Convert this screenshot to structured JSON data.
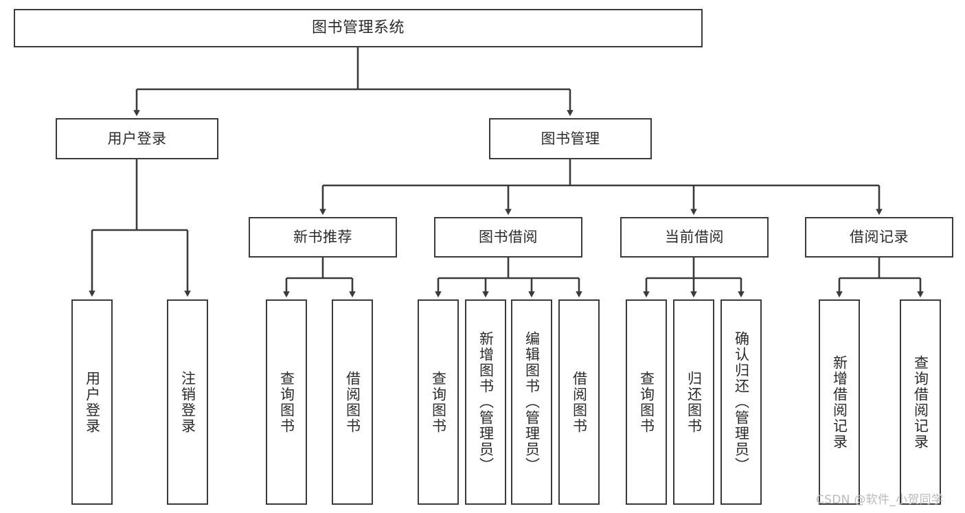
{
  "diagram": {
    "title": "图书管理系统",
    "type": "hierarchy-tree",
    "watermark": "CSDN @软件_小贺同学",
    "colors": {
      "stroke": "#3a3a3a",
      "fill": "#ffffff",
      "text": "#2b2b2b",
      "watermark": "#b9b9b9"
    },
    "levels": {
      "level1": [
        "图书管理系统"
      ],
      "level2": [
        "用户登录",
        "图书管理"
      ],
      "level3": [
        "新书推荐",
        "图书借阅",
        "当前借阅",
        "借阅记录"
      ]
    },
    "nodes": {
      "root": {
        "label": "图书管理系统"
      },
      "user_login": {
        "label": "用户登录"
      },
      "book_manage": {
        "label": "图书管理"
      },
      "new_book_rec": {
        "label": "新书推荐"
      },
      "book_borrow": {
        "label": "图书借阅"
      },
      "current_borrow": {
        "label": "当前借阅"
      },
      "borrow_record": {
        "label": "借阅记录"
      },
      "leaf_user_login": {
        "label": "用户登录"
      },
      "leaf_logout": {
        "label": "注销登录"
      },
      "leaf_query_book_1": {
        "label": "查询图书"
      },
      "leaf_borrow_book_1": {
        "label": "借阅图书"
      },
      "leaf_query_book_2": {
        "label": "查询图书"
      },
      "leaf_add_book": {
        "label": "新增图书（管理员）"
      },
      "leaf_edit_book": {
        "label": "编辑图书（管理员）"
      },
      "leaf_borrow_book_2": {
        "label": "借阅图书"
      },
      "leaf_query_book_3": {
        "label": "查询图书"
      },
      "leaf_return_book": {
        "label": "归还图书"
      },
      "leaf_confirm_return": {
        "label": "确认归还（管理员）"
      },
      "leaf_add_record": {
        "label": "新增借阅记录"
      },
      "leaf_query_record": {
        "label": "查询借阅记录"
      }
    },
    "edges": [
      {
        "from": "图书管理系统",
        "to": "用户登录"
      },
      {
        "from": "图书管理系统",
        "to": "图书管理"
      },
      {
        "from": "用户登录",
        "to": "用户登录"
      },
      {
        "from": "用户登录",
        "to": "注销登录"
      },
      {
        "from": "图书管理",
        "to": "新书推荐"
      },
      {
        "from": "图书管理",
        "to": "图书借阅"
      },
      {
        "from": "图书管理",
        "to": "当前借阅"
      },
      {
        "from": "图书管理",
        "to": "借阅记录"
      },
      {
        "from": "新书推荐",
        "to": "查询图书"
      },
      {
        "from": "新书推荐",
        "to": "借阅图书"
      },
      {
        "from": "图书借阅",
        "to": "查询图书"
      },
      {
        "from": "图书借阅",
        "to": "新增图书（管理员）"
      },
      {
        "from": "图书借阅",
        "to": "编辑图书（管理员）"
      },
      {
        "from": "图书借阅",
        "to": "借阅图书"
      },
      {
        "from": "当前借阅",
        "to": "查询图书"
      },
      {
        "from": "当前借阅",
        "to": "归还图书"
      },
      {
        "from": "当前借阅",
        "to": "确认归还（管理员）"
      },
      {
        "from": "借阅记录",
        "to": "新增借阅记录"
      },
      {
        "from": "借阅记录",
        "to": "查询借阅记录"
      }
    ]
  }
}
